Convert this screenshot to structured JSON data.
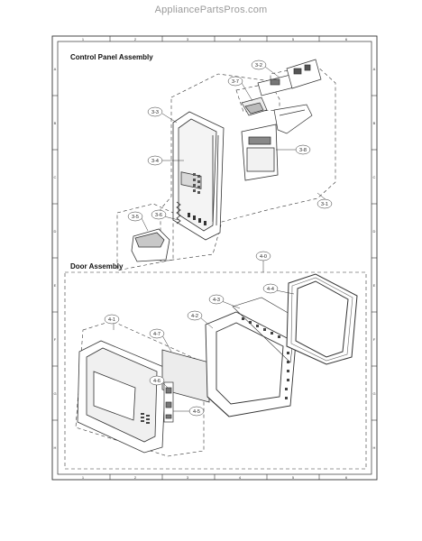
{
  "watermark": "AppliancePartsPros.com",
  "sections": {
    "control_panel": "Control Panel Assembly",
    "door": "Door Assembly"
  },
  "grid": {
    "columns": [
      "1",
      "2",
      "3",
      "4",
      "5",
      "6"
    ],
    "rows": [
      "A",
      "B",
      "C",
      "D",
      "E",
      "F",
      "G",
      "H"
    ]
  },
  "parts": {
    "p3_1": "3-1",
    "p3_2": "3-2",
    "p3_3": "3-3",
    "p3_4": "3-4",
    "p3_5": "3-5",
    "p3_6": "3-6",
    "p3_7": "3-7",
    "p3_8": "3-8",
    "p4_0": "4-0",
    "p4_1": "4-1",
    "p4_2": "4-2",
    "p4_3": "4-3",
    "p4_4": "4-4",
    "p4_5": "4-5",
    "p4_6": "4-6",
    "p4_7": "4-7"
  }
}
